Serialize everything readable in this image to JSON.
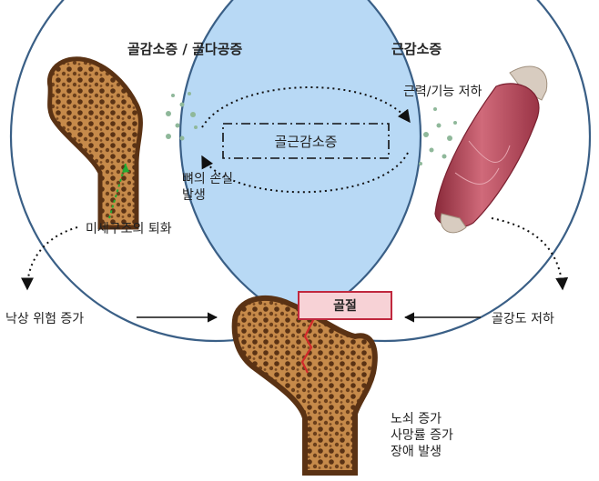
{
  "left_circle": {
    "title": "골감소증 / 골다공증",
    "label_loss": [
      "뼈의 손실",
      "발생"
    ],
    "label_micro": "미세구조의 퇴화"
  },
  "right_circle": {
    "title": "근감소증",
    "label_decline": "근력/기능 저하"
  },
  "center": {
    "label": "골근감소증"
  },
  "bottom": {
    "fall_risk": "낙상 위험 증가",
    "bone_strength": "골강도 저하",
    "fracture": "골절",
    "outcomes": [
      "노쇠 증가",
      "사망률 증가",
      "장애 발생"
    ]
  },
  "colors": {
    "circle_stroke": "#3a5f86",
    "overlap_fill": "#b8d9f5",
    "bone": "#c68a4a",
    "bone_dark": "#6b3f1b",
    "muscle": "#b8485a",
    "fracture_box": "#f7d2d6",
    "fracture_border": "#c0283e"
  }
}
